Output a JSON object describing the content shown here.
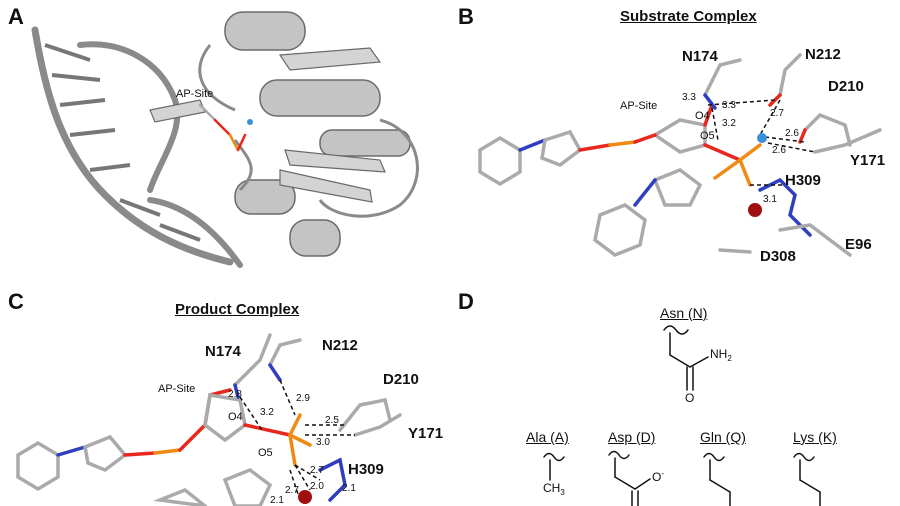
{
  "panels": {
    "a": {
      "letter": "A",
      "ap_site": "AP-Site"
    },
    "b": {
      "letter": "B",
      "title": "Substrate Complex",
      "ap_site": "AP-Site",
      "residues": {
        "n174": "N174",
        "n212": "N212",
        "d210": "D210",
        "y171": "Y171",
        "h309": "H309",
        "e96": "E96",
        "d308": "D308"
      },
      "atoms": {
        "o4": "O4",
        "o5": "O5"
      },
      "distances": [
        "3.3",
        "3.3",
        "2.7",
        "3.2",
        "2.6",
        "2.6",
        "3.1"
      ]
    },
    "c": {
      "letter": "C",
      "title": "Product Complex",
      "ap_site": "AP-Site",
      "residues": {
        "n174": "N174",
        "n212": "N212",
        "d210": "D210",
        "y171": "Y171",
        "h309": "H309"
      },
      "atoms": {
        "o4": "O4",
        "o5": "O5"
      },
      "distances": [
        "2.8",
        "3.2",
        "2.9",
        "2.5",
        "3.0",
        "2.7",
        "2.7",
        "2.0",
        "2.1",
        "2.1"
      ]
    },
    "d": {
      "letter": "D",
      "asn": {
        "name": "Asn (N)",
        "nh": "NH",
        "nh_sub": "2",
        "o": "O"
      },
      "ala": {
        "name": "Ala (A)",
        "ch": "CH",
        "ch_sub": "3"
      },
      "asp": {
        "name": "Asp (D)",
        "o": "O",
        "o_sup": "-"
      },
      "gln": {
        "name": "Gln (Q)"
      },
      "lys": {
        "name": "Lys (K)"
      }
    }
  },
  "colors": {
    "carbon": "#aaaaaa",
    "oxygen": "#e8281e",
    "nitrogen": "#2f3fbf",
    "phosphorus": "#f08a12",
    "water": "#3a8fd8",
    "metal": "#a01010",
    "ribbon": "#c4c4c4",
    "ribbon_edge": "#6a6a6a"
  }
}
